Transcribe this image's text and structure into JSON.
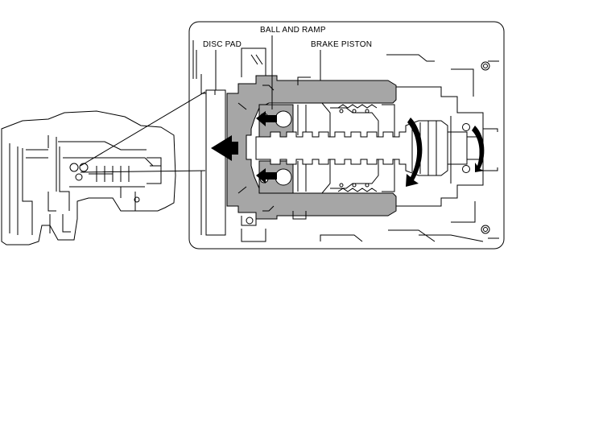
{
  "diagram": {
    "labels": {
      "ball_and_ramp": "BALL AND RAMP",
      "brake_piston": "BRAKE PISTON",
      "disc_pad": "DISC PAD"
    },
    "colors": {
      "line": "#000000",
      "highlight": "#a6a6a6",
      "background": "#ffffff"
    }
  }
}
